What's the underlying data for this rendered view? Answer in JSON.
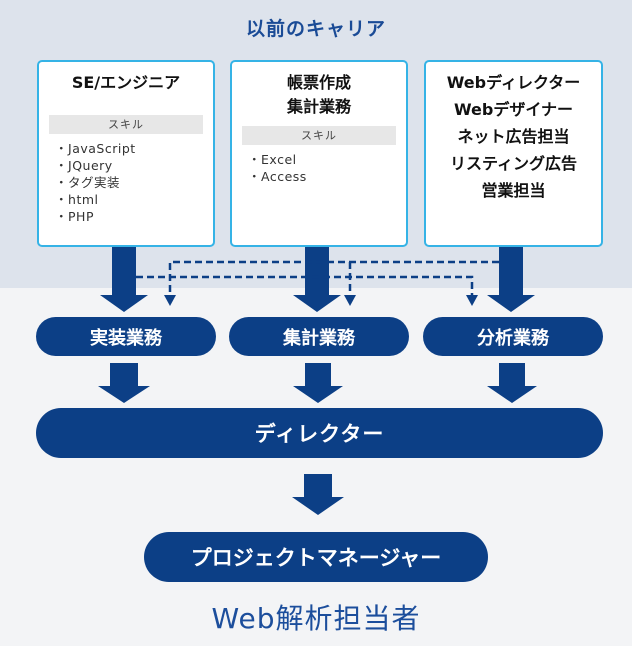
{
  "header": {
    "title": "以前のキャリア"
  },
  "careers": [
    {
      "title_lines": [
        "SE/エンジニア"
      ],
      "skill_label": "スキル",
      "skills": [
        "JavaScript",
        "JQuery",
        "タグ実装",
        "html",
        "PHP"
      ]
    },
    {
      "title_lines": [
        "帳票作成",
        "集計業務"
      ],
      "skill_label": "スキル",
      "skills": [
        "Excel",
        "Access"
      ]
    },
    {
      "title_lines": [
        "Webディレクター",
        "Webデザイナー",
        "ネット広告担当",
        "リスティング広告",
        "営業担当"
      ]
    }
  ],
  "tasks": [
    "実装業務",
    "集計業務",
    "分析業務"
  ],
  "director": "ディレクター",
  "project_manager": "プロジェクトマネージャー",
  "footer": {
    "title": "Web解析担当者"
  },
  "colors": {
    "navy": "#0c3f86",
    "box_border": "#35b3e6",
    "top_band": "#dde3ec",
    "background": "#f3f4f6",
    "title_blue": "#1a4b96"
  }
}
